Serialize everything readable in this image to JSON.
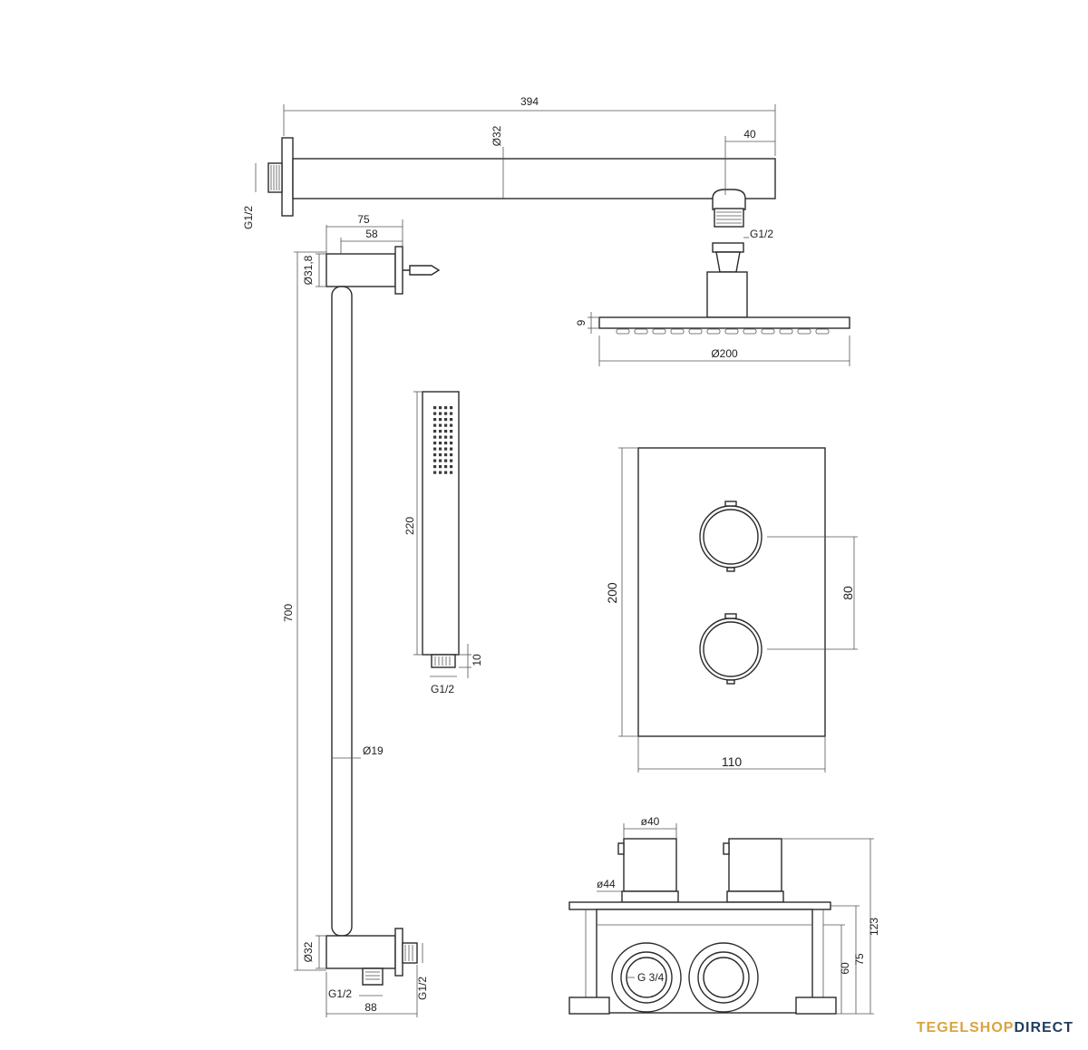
{
  "dimensions": {
    "arm_length": "394",
    "arm_diameter": "Ø32",
    "arm_tip": "40",
    "arm_thread": "G1/2",
    "outlet_thread": "G1/2",
    "head_thickness": "9",
    "head_diameter": "Ø200",
    "bar_width_outer": "75",
    "bar_width_inner": "58",
    "bar_top_diameter": "Ø31,8",
    "bar_length": "700",
    "bar_diameter": "Ø19",
    "bar_bottom_diameter": "Ø32",
    "bar_bottom_thread": "G1/2",
    "bar_bottom_width": "88",
    "bar_side_thread": "G1/2",
    "hand_length": "220",
    "hand_tail": "10",
    "hand_thread": "G1/2",
    "plate_height": "200",
    "plate_width": "110",
    "knob_spacing": "80",
    "box_knob_top": "ø40",
    "box_knob_base": "ø44",
    "box_total": "123",
    "box_mid": "75",
    "box_inner": "60",
    "box_inlet": "G 3/4"
  },
  "brand": {
    "part1": "TEGELSHOP",
    "part2": "DIRECT",
    "color1": "#d9a441",
    "color2": "#1f3d5c"
  }
}
